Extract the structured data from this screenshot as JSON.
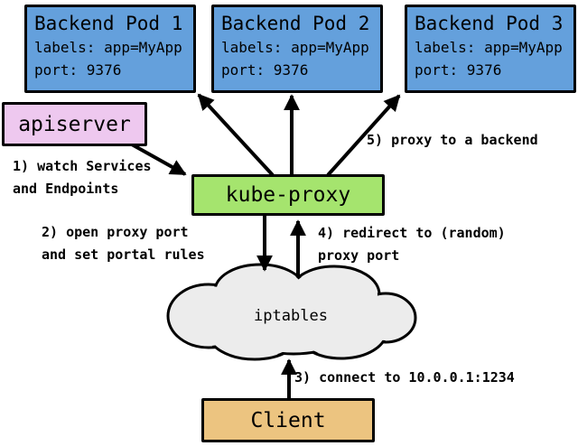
{
  "nodes": {
    "pods": [
      {
        "title": "Backend Pod 1",
        "labels": "labels: app=MyApp",
        "port": "port: 9376"
      },
      {
        "title": "Backend Pod 2",
        "labels": "labels: app=MyApp",
        "port": "port: 9376"
      },
      {
        "title": "Backend Pod 3",
        "labels": "labels: app=MyApp",
        "port": "port: 9376"
      }
    ],
    "apiserver": "apiserver",
    "kube_proxy": "kube-proxy",
    "iptables": "iptables",
    "client": "Client"
  },
  "annotations": {
    "step1": "1) watch Services\nand Endpoints",
    "step2": "2) open proxy port\nand set portal rules",
    "step3": "3) connect to 10.0.0.1:1234",
    "step4": "4) redirect to (random)\nproxy port",
    "step5": "5) proxy to a backend"
  },
  "colors": {
    "pod_fill": "#64A0DC",
    "apiserver_fill": "#EEC8EF",
    "kube_proxy_fill": "#A5E46E",
    "client_fill": "#ECC480",
    "cloud_fill": "#ECECEC",
    "outline": "#000000"
  }
}
